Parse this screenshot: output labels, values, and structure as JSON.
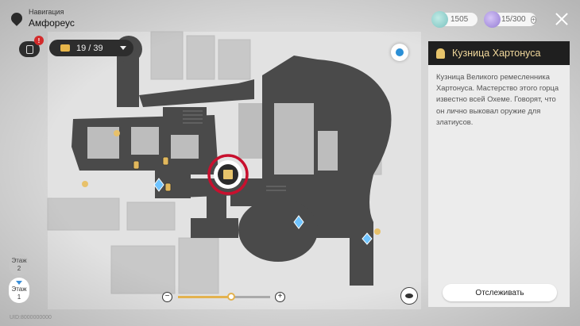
{
  "header": {
    "title": "Навигация",
    "location": "Амфореус"
  },
  "mission": {
    "badge": "!"
  },
  "chests": {
    "count": "19 / 39"
  },
  "currencies": [
    {
      "icon": "stellar-jade-icon",
      "value": "1505"
    },
    {
      "icon": "trailblaze-power-icon",
      "value": "15/300"
    }
  ],
  "panel": {
    "title": "Кузница Хартонуса",
    "description": "Кузница Великого ремесленника Хартонуса. Мастерство этого горца известно всей Охеме. Говорят, что он лично выковал оружие для златиусов.",
    "track_label": "Отслеживать"
  },
  "floors": [
    {
      "label": "Этаж",
      "number": "2",
      "active": false
    },
    {
      "label": "Этаж",
      "number": "1",
      "active": true
    }
  ],
  "zoom": {
    "level": 0.58,
    "minus": "−",
    "plus": "+"
  },
  "uid": "UID:8000000000",
  "colors": {
    "accent": "#e3b24f",
    "selection_ring": "#c8102e",
    "panel_header": "#1f1f1f"
  }
}
